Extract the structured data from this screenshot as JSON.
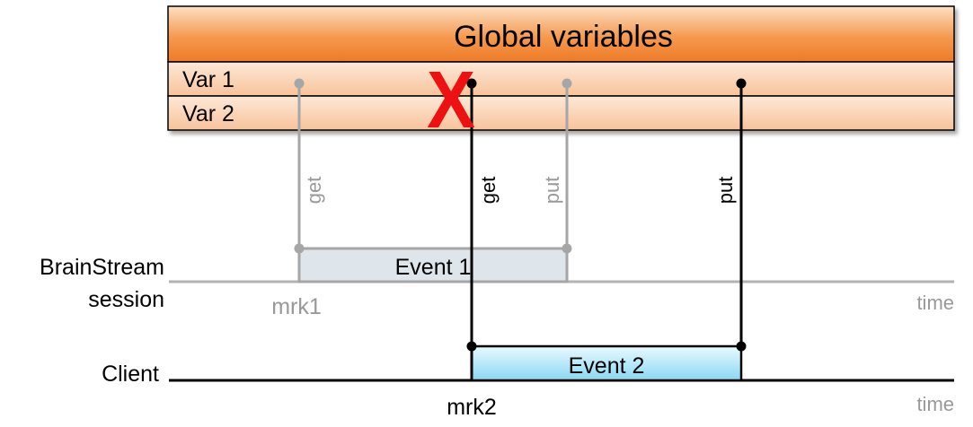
{
  "global": {
    "title": "Global variables",
    "vars": [
      "Var 1",
      "Var 2"
    ],
    "conflict_mark": "X"
  },
  "timelines": {
    "session_label_line1": "BrainStream",
    "session_label_line2": "session",
    "client_label": "Client",
    "time_label": "time"
  },
  "events": [
    {
      "label": "Event 1",
      "marker": "mrk1",
      "access": [
        "get",
        "put"
      ]
    },
    {
      "label": "Event 2",
      "marker": "mrk2",
      "access": [
        "get",
        "put"
      ]
    }
  ],
  "colors": {
    "header_top": "#fbd7b4",
    "header_bottom": "#f07a22",
    "row_fill": "#fbd0b0",
    "row_fill_light": "#fde6d4",
    "event1_fill": "#dfe7ec",
    "event2_top": "#e6f8ff",
    "event2_bottom": "#8fdcf5",
    "gray": "#a6a6a6",
    "black": "#000000",
    "red": "#ee1111"
  }
}
